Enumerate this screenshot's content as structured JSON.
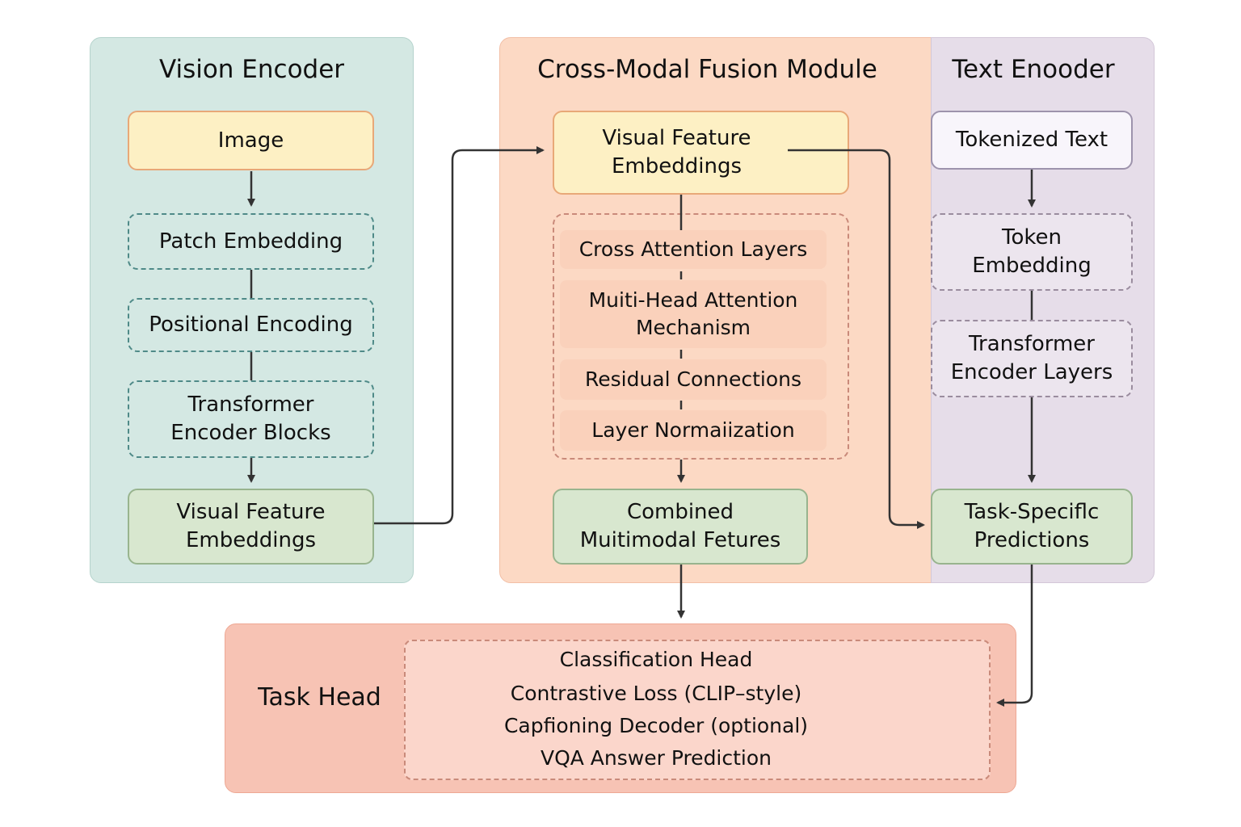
{
  "vision_encoder": {
    "title": "Vision Encoder",
    "nodes": {
      "image": "Image",
      "patch_embedding": "Patch Embedding",
      "positional_encoding": "Positional Encoding",
      "transformer_blocks": [
        "Transformer",
        "Encoder Blocks"
      ],
      "visual_features": [
        "Visual Feature",
        "Embeddings"
      ]
    }
  },
  "fusion_module": {
    "title": "Cross-Modal Fusion Module",
    "nodes": {
      "visual_features": [
        "Visual Feature",
        "Embeddings"
      ],
      "layers": [
        [
          "Cross Attention Layers"
        ],
        [
          "Muiti-Head Attention",
          "Mechanism"
        ],
        [
          "Residual Connections"
        ],
        [
          "Layer Normaiization"
        ]
      ],
      "combined": [
        "Combined",
        "Muitimodal Fetures"
      ]
    }
  },
  "text_encoder": {
    "title": "Text Enooder",
    "nodes": {
      "tokenized_text": "Tokenized Text",
      "token_embedding": [
        "Token",
        "Embedding"
      ],
      "transformer_layers": [
        "Transformer",
        "Encoder Layers"
      ],
      "predictions": [
        "Task-Speciflc",
        "Predictions"
      ]
    }
  },
  "task_head": {
    "title": "Task Head",
    "items": [
      "Classification Head",
      "Contrastive Loss (CLIP–style)",
      "Capfioning Decoder (optional)",
      "VQA Answer Prediction"
    ]
  },
  "colors": {
    "vision_panel": "#d4e8e3",
    "fusion_panel": "#fcd9c4",
    "text_panel": "#e6dde9",
    "task_panel": "#f7c3b4",
    "arrow": "#333333"
  }
}
